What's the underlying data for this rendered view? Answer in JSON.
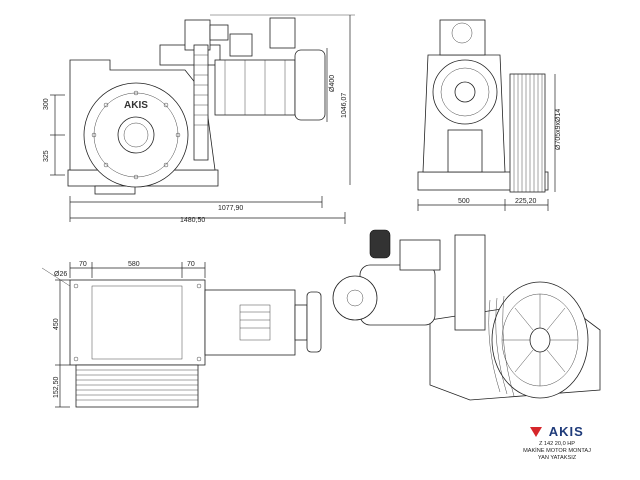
{
  "dimensions": {
    "front": {
      "d1": "300",
      "d2": "325",
      "d3": "1077,90",
      "d4": "1480,50",
      "d5": "Ø400",
      "d6": "1046,07"
    },
    "side": {
      "d1": "Ø705x9xØ14",
      "d2": "500",
      "d3": "225,20"
    },
    "top": {
      "d1": "70",
      "d2": "580",
      "d3": "70",
      "d4": "Ø26",
      "d5": "450",
      "d6": "152,50"
    }
  },
  "logo": {
    "brand": "AKIS",
    "model": "Z 142 20,0 HP",
    "line2": "MAKİNE MOTOR MONTAJ",
    "line3": "YAN YATAKSIZ",
    "brand_color": "#1f3b7a",
    "accent_color": "#d6262b"
  }
}
